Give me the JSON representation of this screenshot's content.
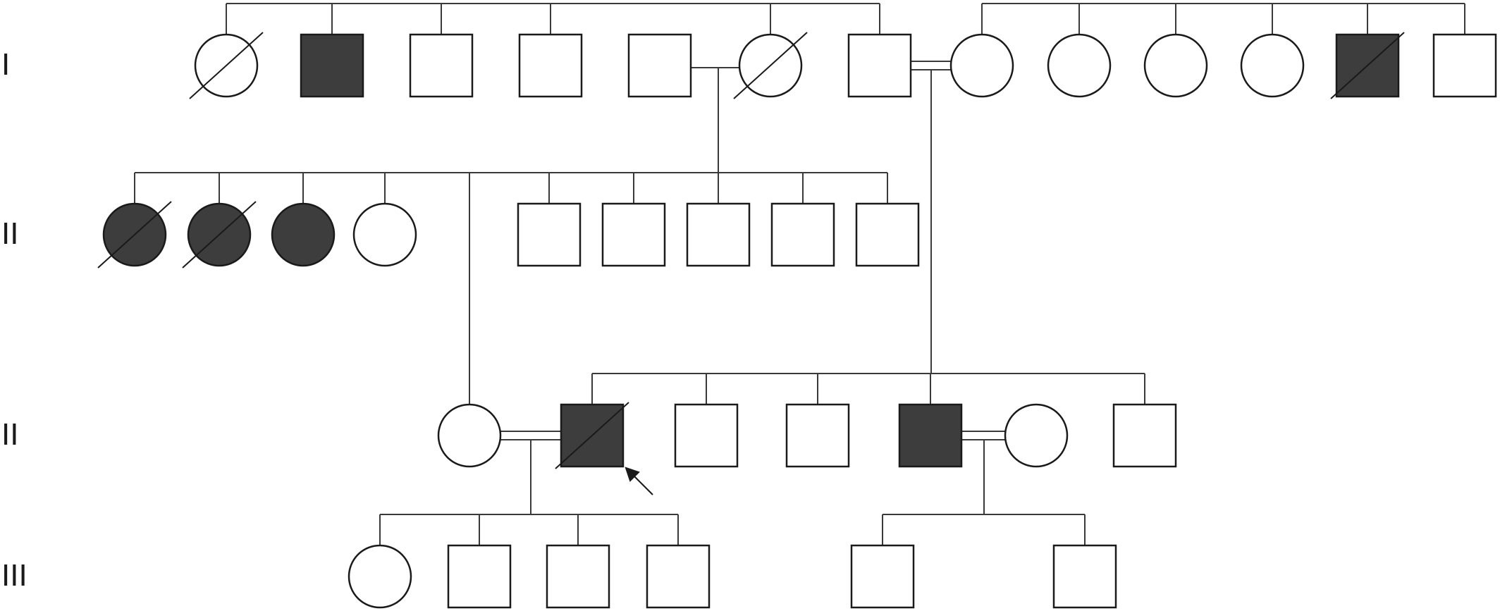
{
  "diagram": {
    "type": "pedigree",
    "generation_labels": [
      "I",
      "II",
      "II",
      "III"
    ],
    "colors": {
      "affected": "#3d3d3d",
      "unaffected": "#ffffff",
      "line": "#3a3a3a"
    },
    "individuals": [
      {
        "gen": 1,
        "sex": "female",
        "affected": false,
        "deceased": true
      },
      {
        "gen": 1,
        "sex": "male",
        "affected": true,
        "deceased": false
      },
      {
        "gen": 1,
        "sex": "male",
        "affected": false,
        "deceased": false
      },
      {
        "gen": 1,
        "sex": "male",
        "affected": false,
        "deceased": false
      },
      {
        "gen": 1,
        "sex": "male",
        "affected": false,
        "deceased": false
      },
      {
        "gen": 1,
        "sex": "female",
        "affected": false,
        "deceased": true
      },
      {
        "gen": 1,
        "sex": "male",
        "affected": false,
        "deceased": false
      },
      {
        "gen": 1,
        "sex": "female",
        "affected": false,
        "deceased": false
      },
      {
        "gen": 1,
        "sex": "female",
        "affected": false,
        "deceased": false
      },
      {
        "gen": 1,
        "sex": "female",
        "affected": false,
        "deceased": false
      },
      {
        "gen": 1,
        "sex": "female",
        "affected": false,
        "deceased": false
      },
      {
        "gen": 1,
        "sex": "male",
        "affected": true,
        "deceased": true
      },
      {
        "gen": 1,
        "sex": "male",
        "affected": false,
        "deceased": false
      },
      {
        "gen": 2,
        "sex": "female",
        "affected": true,
        "deceased": true
      },
      {
        "gen": 2,
        "sex": "female",
        "affected": true,
        "deceased": true
      },
      {
        "gen": 2,
        "sex": "female",
        "affected": true,
        "deceased": false
      },
      {
        "gen": 2,
        "sex": "female",
        "affected": false,
        "deceased": false
      },
      {
        "gen": 2,
        "sex": "male",
        "affected": false,
        "deceased": false
      },
      {
        "gen": 2,
        "sex": "male",
        "affected": false,
        "deceased": false
      },
      {
        "gen": 2,
        "sex": "male",
        "affected": false,
        "deceased": false
      },
      {
        "gen": 2,
        "sex": "male",
        "affected": false,
        "deceased": false
      },
      {
        "gen": 2,
        "sex": "male",
        "affected": false,
        "deceased": false
      },
      {
        "gen": 3,
        "sex": "female",
        "affected": false,
        "deceased": false
      },
      {
        "gen": 3,
        "sex": "male",
        "affected": true,
        "deceased": true,
        "proband": true
      },
      {
        "gen": 3,
        "sex": "male",
        "affected": false,
        "deceased": false
      },
      {
        "gen": 3,
        "sex": "male",
        "affected": false,
        "deceased": false
      },
      {
        "gen": 3,
        "sex": "male",
        "affected": true,
        "deceased": false
      },
      {
        "gen": 3,
        "sex": "female",
        "affected": false,
        "deceased": false
      },
      {
        "gen": 3,
        "sex": "male",
        "affected": false,
        "deceased": false
      },
      {
        "gen": 4,
        "sex": "female",
        "affected": false,
        "deceased": false
      },
      {
        "gen": 4,
        "sex": "male",
        "affected": false,
        "deceased": false
      },
      {
        "gen": 4,
        "sex": "male",
        "affected": false,
        "deceased": false
      },
      {
        "gen": 4,
        "sex": "male",
        "affected": false,
        "deceased": false
      },
      {
        "gen": 4,
        "sex": "male",
        "affected": false,
        "deceased": false
      },
      {
        "gen": 4,
        "sex": "male",
        "affected": false,
        "deceased": false
      }
    ]
  }
}
